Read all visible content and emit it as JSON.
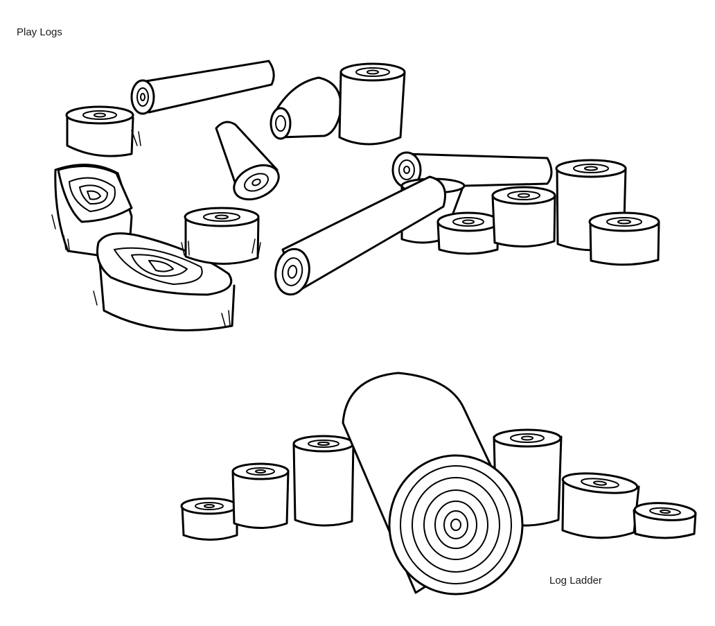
{
  "captions": {
    "play_logs": "Play Logs",
    "log_ladder": "Log Ladder"
  },
  "illustration": {
    "style": "black ink sketch on white",
    "ink_color": "#000000",
    "background_color": "#ffffff"
  }
}
